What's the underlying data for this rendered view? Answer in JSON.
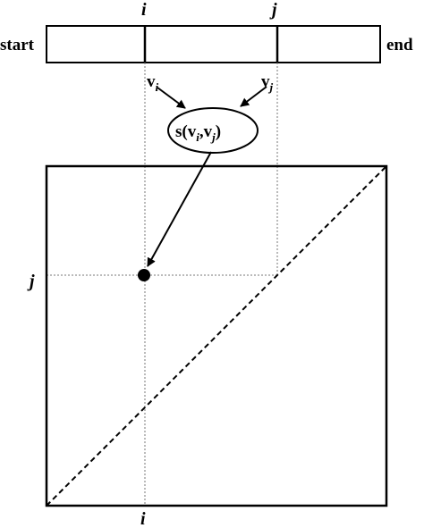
{
  "timeline": {
    "start_label": "start",
    "end_label": "end",
    "index_i_label": "i",
    "index_j_label": "j"
  },
  "vectors": {
    "v_i_base": "v",
    "v_i_sub": "i",
    "v_j_base": "v",
    "v_j_sub": "j"
  },
  "similarity": {
    "prefix": "s(",
    "arg1_base": "v",
    "arg1_sub": "i",
    "comma": ",",
    "arg2_base": "v",
    "arg2_sub": "j",
    "suffix": ")"
  },
  "matrix": {
    "row_label": "j",
    "col_label": "i"
  }
}
